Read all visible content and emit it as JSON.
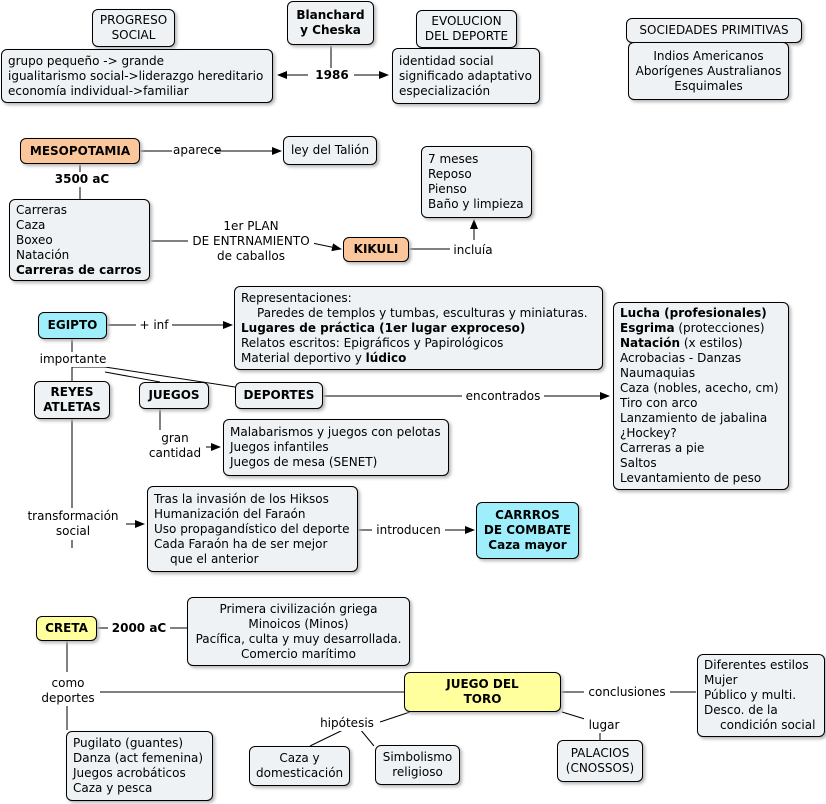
{
  "nodes": {
    "progreso_social": [
      "PROGRESO",
      "SOCIAL"
    ],
    "blanchard": [
      "Blanchard",
      "y Cheska"
    ],
    "evolucion": [
      "EVOLUCION",
      "DEL DEPORTE"
    ],
    "sociedades": "SOCIEDADES PRIMITIVAS",
    "progreso_items": [
      "grupo pequeño -> grande",
      "igualitarismo social->liderazgo hereditario",
      "economía individual->familiar"
    ],
    "evolucion_items": [
      "identidad social",
      "significado adaptativo",
      "especialización"
    ],
    "sociedades_items": [
      "Indios Americanos",
      "Aborígenes Australianos",
      "Esquimales"
    ],
    "mesopotamia": "MESOPOTAMIA",
    "ley_talion": "ley del Talión",
    "kikuli_items": [
      "7 meses",
      "Reposo",
      "Pienso",
      "Baño y limpieza"
    ],
    "meso_items": [
      "Carreras",
      "Caza",
      "Boxeo",
      "Natación",
      "Carreras de carros"
    ],
    "kikuli": "KIKULI",
    "egipto": "EGIPTO",
    "representaciones": {
      "line1": "Representaciones:",
      "line2": "Paredes de templos y tumbas, esculturas y miniaturas.",
      "line3": "Lugares de práctica (1er lugar exproceso)",
      "line4": "Relatos escritos: Epigráficos y Papirológicos",
      "line5a": "Material deportivo y ",
      "line5b": "lúdico"
    },
    "deportes_list": {
      "l1": "Lucha (profesionales)",
      "l2a": "Esgrima",
      "l2b": " (protecciones)",
      "l3a": "Natación",
      "l3b": " (x estilos)",
      "rest": [
        "Acrobacias - Danzas",
        "Naumaquias",
        "Caza (nobles, acecho, cm)",
        "Tiro con arco",
        "Lanzamiento de jabalina",
        "¿Hockey?",
        "Carreras a pie",
        "Saltos",
        "Levantamiento de peso"
      ]
    },
    "reyes": [
      "REYES",
      "ATLETAS"
    ],
    "juegos": "JUEGOS",
    "deportes": "DEPORTES",
    "juegos_items": [
      "Malabarismos y juegos con pelotas",
      "Juegos infantiles",
      "Juegos de mesa (SENET)"
    ],
    "hiksos_items": [
      "Tras la invasión de los Hiksos",
      "Humanización del Faraón",
      "Uso propagandístico del deporte",
      "Cada Faraón ha de ser mejor",
      "que el anterior"
    ],
    "carros": [
      "CARRROS",
      "DE COMBATE",
      "Caza mayor"
    ],
    "creta": "CRETA",
    "grecia_items": [
      "Primera civilización griega",
      "Minoicos (Minos)",
      "Pacífica, culta y muy desarrollada.",
      "Comercio marítimo"
    ],
    "creta_items": [
      "Pugilato (guantes)",
      "Danza (act femenina)",
      "Juegos acrobáticos",
      "Caza y pesca"
    ],
    "juego_toro": [
      "JUEGO DEL",
      "TORO"
    ],
    "conclusiones_items": [
      "Diferentes estilos",
      "Mujer",
      "Público y multi.",
      "Desco. de la",
      "condición social"
    ],
    "caza_dom": [
      "Caza y",
      "domesticación"
    ],
    "simbolismo": [
      "Simbolismo",
      "religioso"
    ],
    "palacios": [
      "PALACIOS",
      "(CNOSSOS)"
    ]
  },
  "labels": {
    "year_1986": "1986",
    "aparece": "aparece",
    "year_3500": "3500 aC",
    "plan": [
      "1er PLAN",
      "DE ENTRNAMIENTO",
      "de caballos"
    ],
    "incluia": "incluía",
    "mas_inf": "+ inf",
    "importante": "importante",
    "encontrados": "encontrados",
    "gran_cantidad": [
      "gran",
      "cantidad"
    ],
    "transformacion": [
      "transformación",
      "social"
    ],
    "introducen": "introducen",
    "year_2000": "2000 aC",
    "como_deportes": [
      "como",
      "deportes"
    ],
    "conclusiones": "conclusiones",
    "hipotesis": "hipótesis",
    "lugar": "lugar"
  },
  "colors": {
    "node_fill": "#eef2f4",
    "mesopotamia_fill": "#fbc79a",
    "egipto_fill": "#9eeffb",
    "creta_fill": "#ffff9d"
  }
}
